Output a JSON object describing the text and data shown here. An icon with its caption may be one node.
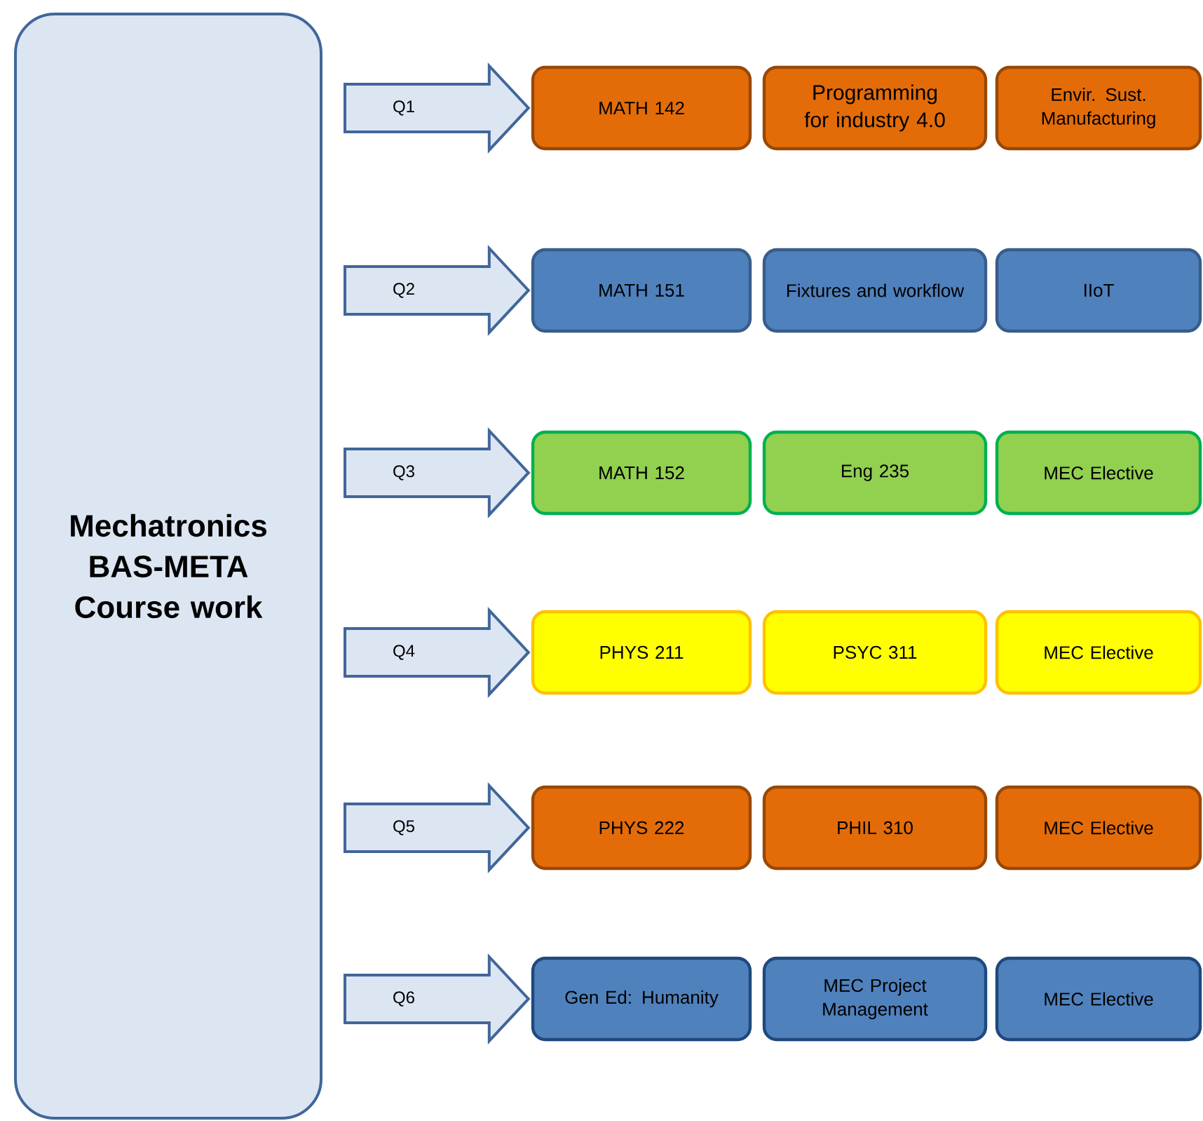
{
  "diagram": {
    "nodes": [
      {
        "text": [
          "Mechatronics BAS-META Course work"
        ]
      },
      {
        "text": [
          "MATH  142"
        ]
      },
      {
        "text": [
          "Programming for industry 4.0"
        ]
      },
      {
        "text": [
          "Envir. Sust. Manufacturing"
        ]
      },
      {
        "text": [
          "MATH  151"
        ]
      },
      {
        "text": [
          "Fixtures and workflow"
        ]
      },
      {
        "text": [
          "IIoT"
        ]
      },
      {
        "text": [
          "MATH  152"
        ]
      },
      {
        "text": [
          "Eng 235"
        ]
      },
      {
        "text": [
          "MEC Elective"
        ]
      },
      {
        "text": [
          "PHYS 211"
        ]
      },
      {
        "text": [
          "PSYC 311"
        ]
      },
      {
        "text": [
          "MEC Elective"
        ]
      },
      {
        "text": [
          "PHYS 222"
        ]
      },
      {
        "text": [
          "PHIL 310"
        ]
      },
      {
        "text": [
          "MEC Elective"
        ]
      },
      {
        "text": [
          "Gen Ed: Humanity"
        ]
      },
      {
        "text": [
          "MEC Project Management"
        ]
      },
      {
        "text": [
          "MEC Elective"
        ]
      }
    ],
    "edges": [
      {
        "from": 0,
        "to": 1,
        "arrow": "to",
        "label": "Q1"
      },
      {
        "from": 0,
        "to": 4,
        "arrow": "to",
        "label": "Q2"
      },
      {
        "from": 0,
        "to": 7,
        "arrow": "to",
        "label": "Q3"
      },
      {
        "from": 0,
        "to": 10,
        "arrow": "to",
        "label": "Q4"
      },
      {
        "from": 0,
        "to": 13,
        "arrow": "to",
        "label": "Q5"
      },
      {
        "from": 0,
        "to": 16,
        "arrow": "to",
        "label": "Q6"
      }
    ]
  }
}
